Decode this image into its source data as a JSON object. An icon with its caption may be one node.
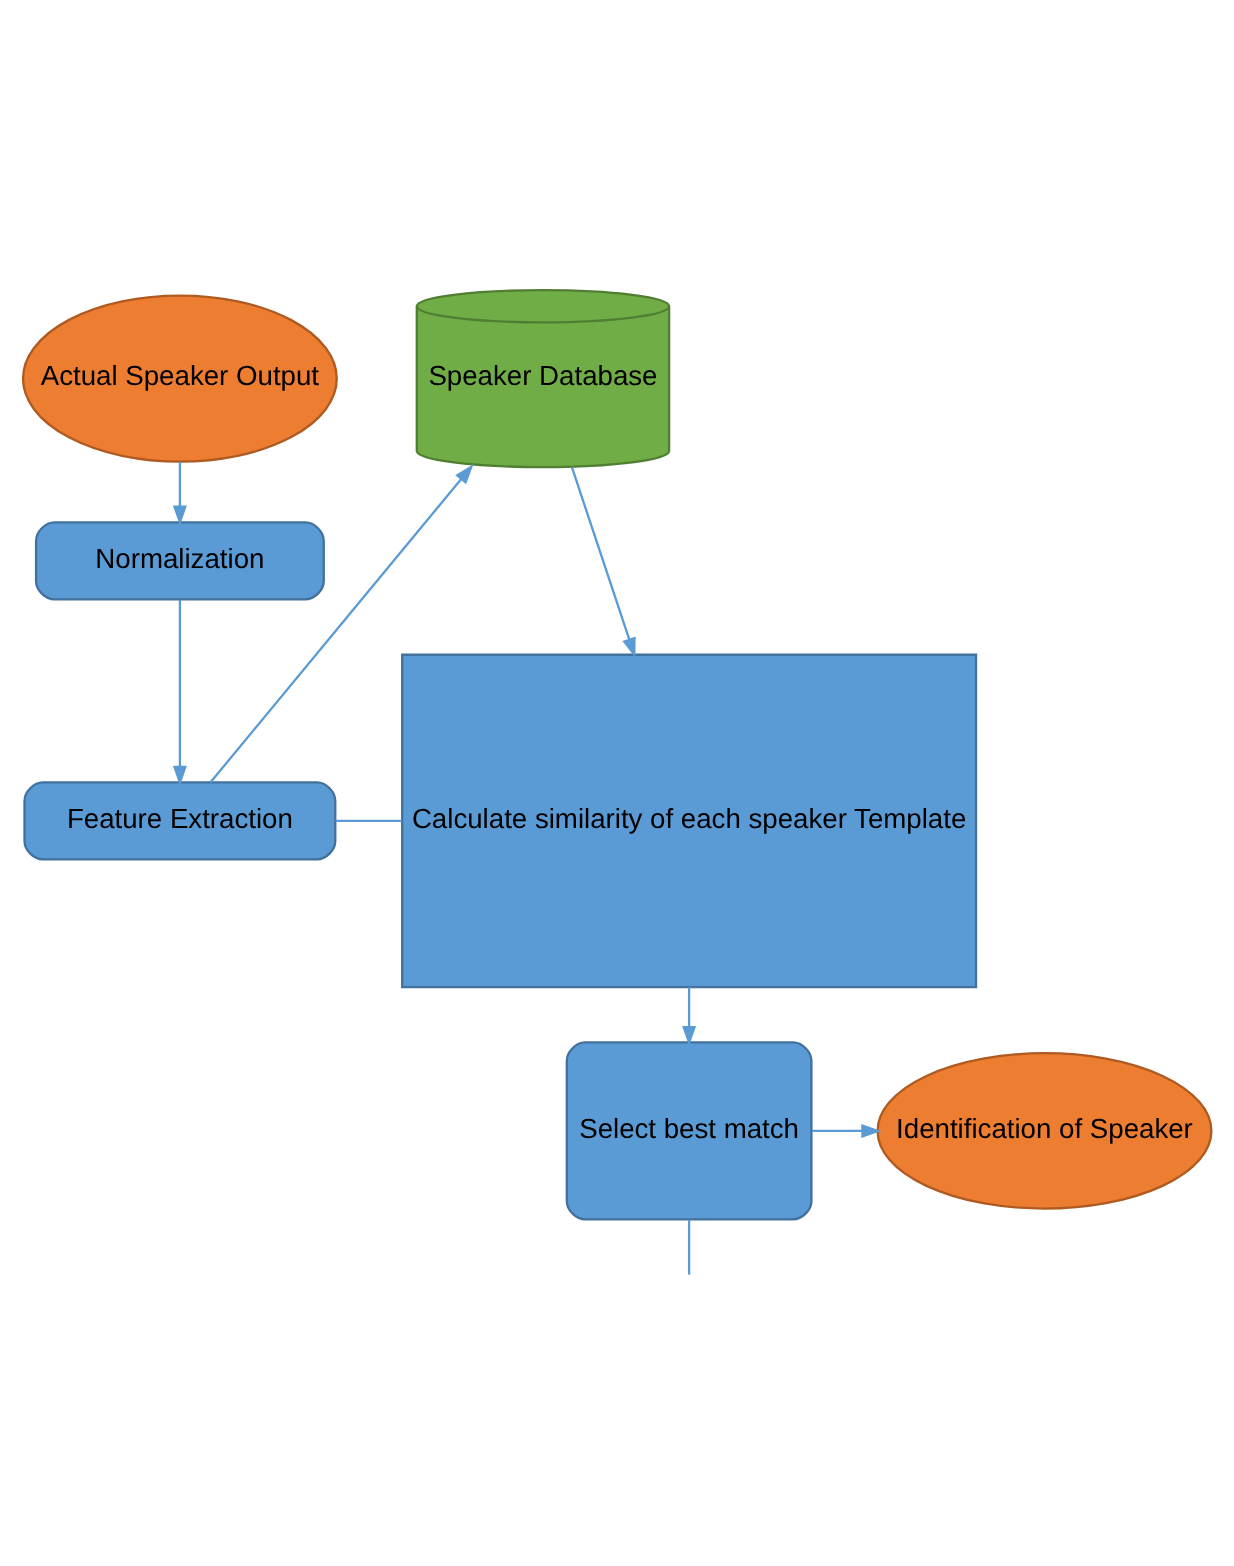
{
  "diagram": {
    "nodes": [
      {
        "text": [
          "Actual Speaker Output"
        ]
      },
      {
        "text": [
          "Normalization"
        ]
      },
      {
        "text": [
          "Feature Extraction"
        ]
      },
      {
        "text": [
          "Speaker Database"
        ]
      },
      {
        "text": [
          "Calculate similarity of each speaker Template"
        ]
      },
      {
        "text": [
          "Select best match"
        ]
      },
      {
        "text": [
          "Identification of Speaker"
        ]
      }
    ],
    "edges": [
      {
        "from": 0,
        "to": 1,
        "arrow": "to"
      },
      {
        "from": 1,
        "to": 2,
        "arrow": "to"
      },
      {
        "from": 2,
        "to": 3,
        "arrow": "to"
      },
      {
        "from": 2,
        "to": 4,
        "arrow": "none"
      },
      {
        "from": 3,
        "to": 4,
        "arrow": "to"
      },
      {
        "from": 4,
        "to": 5,
        "arrow": "to"
      },
      {
        "from": 5,
        "to": 6,
        "arrow": "to"
      },
      {
        "from": 5,
        "to": null,
        "arrow": "none"
      }
    ]
  }
}
